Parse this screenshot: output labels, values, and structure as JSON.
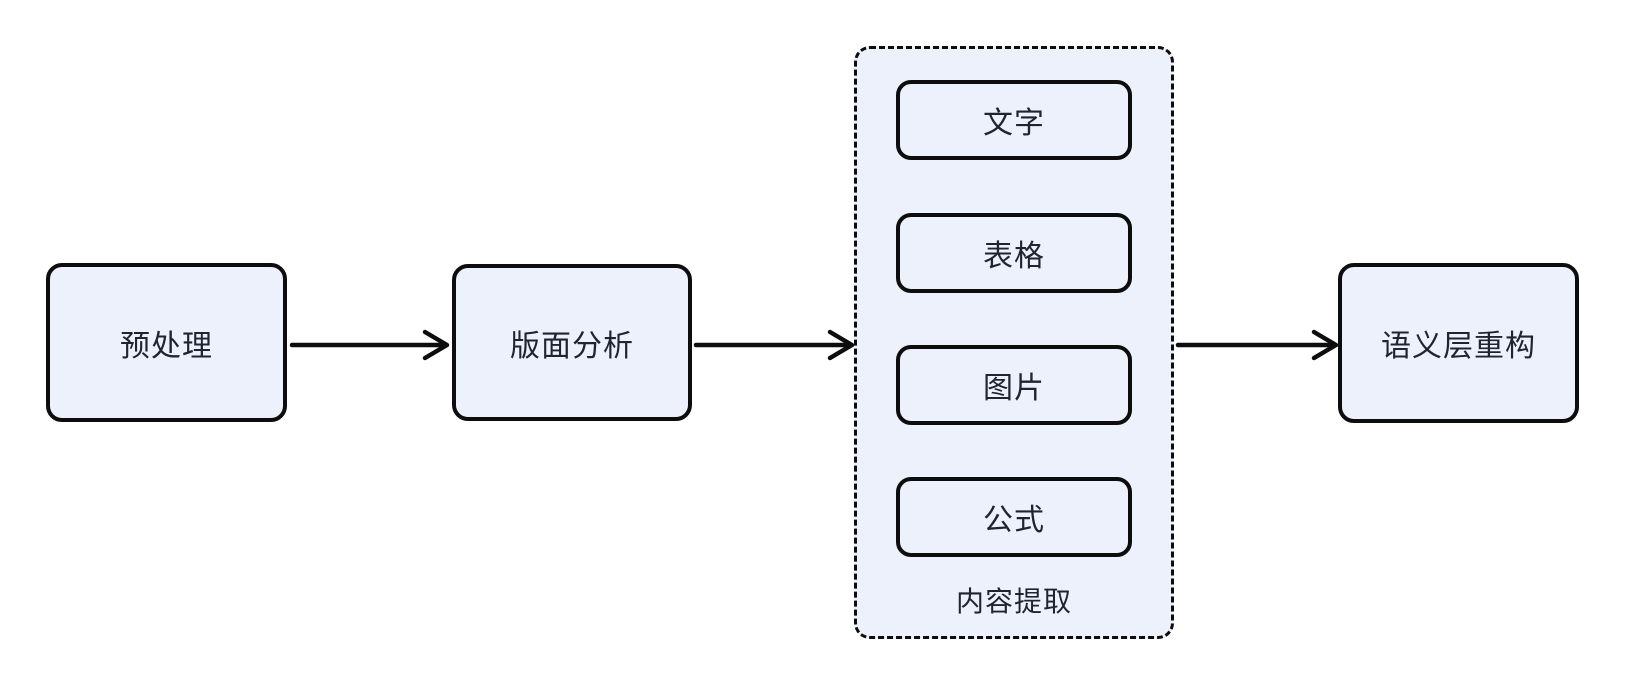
{
  "diagram": {
    "type": "flowchart",
    "nodes": {
      "preprocess": {
        "label": "预处理"
      },
      "layout_analysis": {
        "label": "版面分析"
      },
      "semantic_reconstruction": {
        "label": "语义层重构"
      }
    },
    "group": {
      "label": "内容提取",
      "items": [
        {
          "label": "文字"
        },
        {
          "label": "表格"
        },
        {
          "label": "图片"
        },
        {
          "label": "公式"
        }
      ]
    },
    "edges": [
      {
        "from": "预处理",
        "to": "版面分析"
      },
      {
        "from": "版面分析",
        "to": "内容提取"
      },
      {
        "from": "内容提取",
        "to": "语义层重构"
      }
    ],
    "colors": {
      "background": "#ffffff",
      "node_fill": "#edf1fb",
      "border": "#0d0d0d",
      "text": "#1f2430"
    }
  }
}
